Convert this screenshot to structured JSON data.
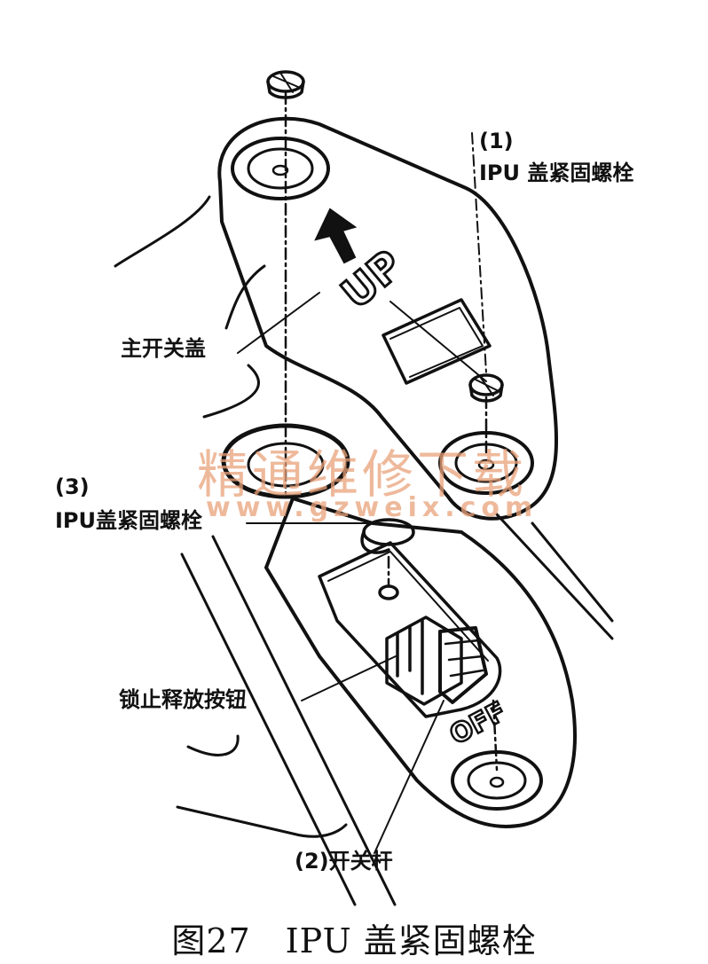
{
  "labels": {
    "bolt1_num": "(1)",
    "bolt1_text": "IPU 盖紧固螺栓",
    "main_switch_cover": "主开关盖",
    "bolt3_num": "(3)",
    "bolt3_text": "IPU盖紧固螺栓",
    "lock_release_button": "锁止释放按钮",
    "switch_lever": "(2)开关杆"
  },
  "part_stamps": {
    "up": "UP",
    "off": "OFF"
  },
  "watermark": {
    "cn": "精通维修下载",
    "url": "www.gzweix.com"
  },
  "caption": "图27　IPU 盖紧固螺栓"
}
